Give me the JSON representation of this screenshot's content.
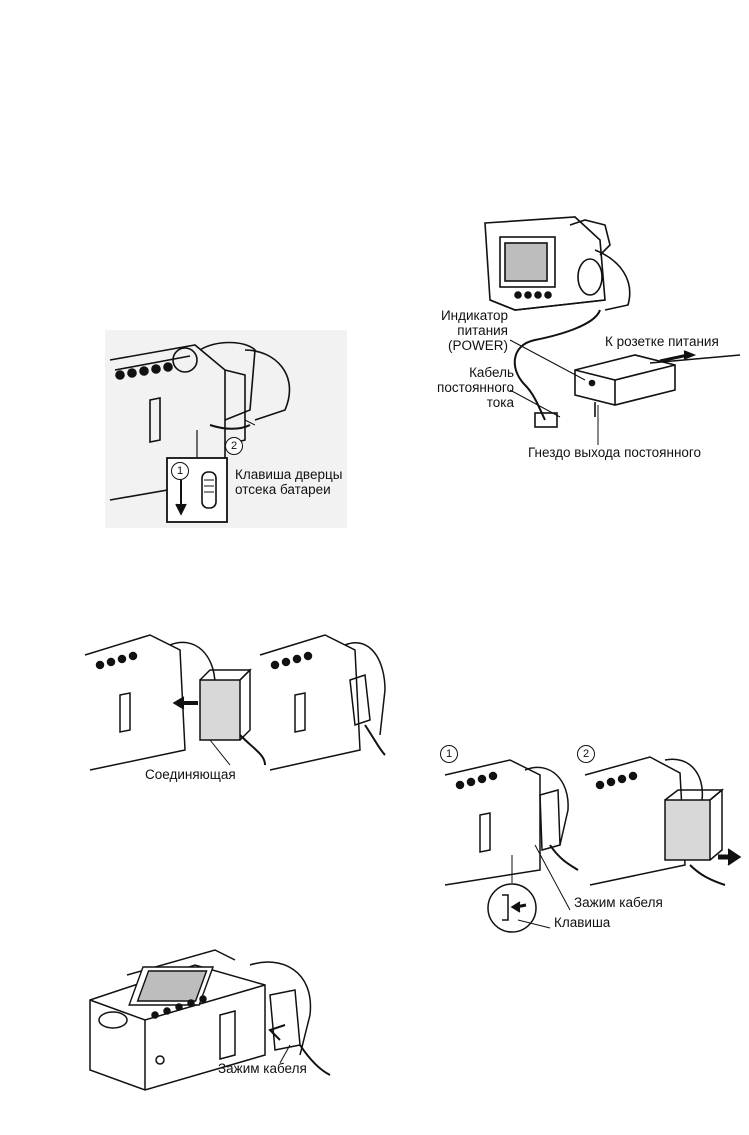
{
  "figure_ac": {
    "labels": {
      "indicator_line1": "Индикатор",
      "indicator_line2": "питания",
      "indicator_line3": "(POWER)",
      "outlet": "К розетке питания",
      "cable_line1": "Кабель",
      "cable_line2": "постоянного",
      "cable_line3": "тока",
      "dc_out": "Гнездо выхода постоянного"
    }
  },
  "figure_battery_door": {
    "step1": "1",
    "step2": "2",
    "key_label_line1": "Клавиша дверцы",
    "key_label_line2": "отсека батареи"
  },
  "figure_connect": {
    "label": "Соединяющая"
  },
  "figure_remove": {
    "step1": "1",
    "step2": "2",
    "clip_label": "Зажим кабеля",
    "key_label": "Клавиша"
  },
  "figure_clip": {
    "label": "Зажим кабеля"
  },
  "colors": {
    "ink": "#111111",
    "screen_gray": "#bdbdbd",
    "dot_fill": "#d8d8d8"
  }
}
